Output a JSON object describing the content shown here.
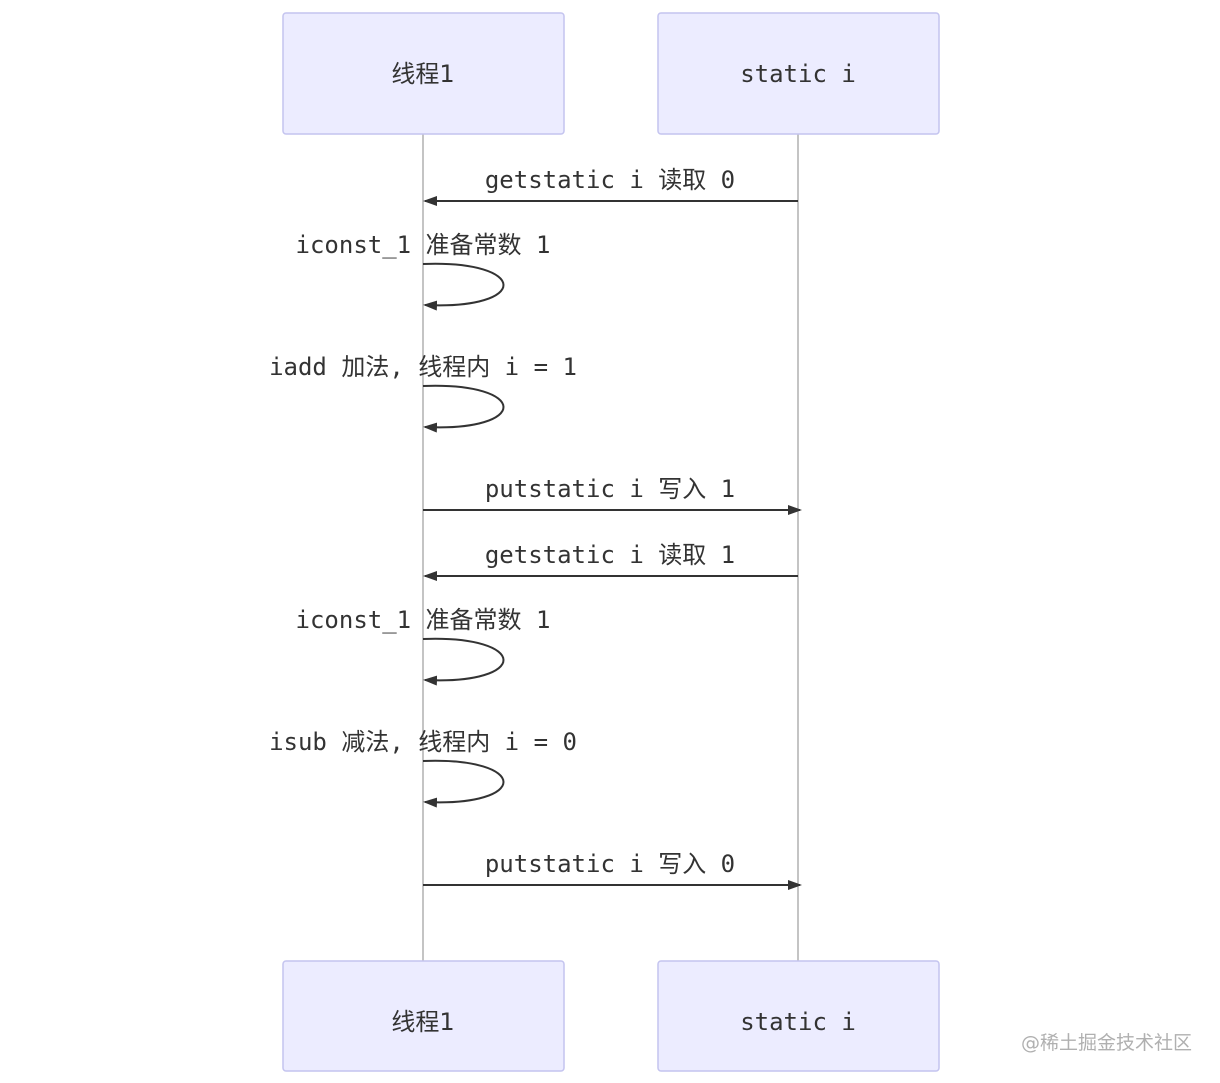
{
  "actors": {
    "thread": "线程1",
    "static_var": "static i"
  },
  "messages": [
    {
      "from": "static_var",
      "to": "thread",
      "text": "getstatic i 读取 0"
    },
    {
      "from": "thread",
      "to": "thread",
      "text": "iconst_1 准备常数 1"
    },
    {
      "from": "thread",
      "to": "thread",
      "text": "iadd 加法, 线程内 i = 1"
    },
    {
      "from": "thread",
      "to": "static_var",
      "text": "putstatic i 写入 1"
    },
    {
      "from": "static_var",
      "to": "thread",
      "text": "getstatic i 读取 1"
    },
    {
      "from": "thread",
      "to": "thread",
      "text": "iconst_1 准备常数 1"
    },
    {
      "from": "thread",
      "to": "thread",
      "text": "isub 减法, 线程内 i = 0"
    },
    {
      "from": "thread",
      "to": "static_var",
      "text": "putstatic i 写入 0"
    }
  ],
  "watermark": "@稀土掘金技术社区",
  "colors": {
    "actor_fill": "#ececff",
    "actor_border": "#c4c4ef",
    "line": "#333333",
    "lifeline": "#888888"
  }
}
